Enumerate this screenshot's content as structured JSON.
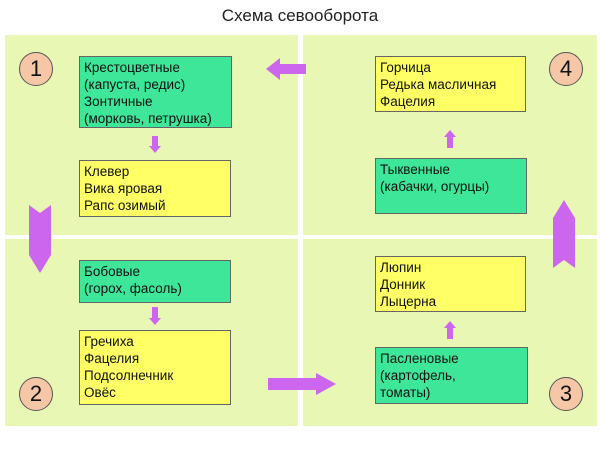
{
  "title": "Схема севооборота",
  "colors": {
    "background": "#e8f8b4",
    "green_box": "#3ee69a",
    "yellow_box": "#ffff66",
    "arrow": "#cc66ee",
    "circle": "#f6c7a6"
  },
  "quadrants": {
    "q1": {
      "number": "1",
      "green": [
        "Крестоцветные",
        "(капуста, редис)",
        "Зонтичные",
        "(морковь, петрушка)"
      ],
      "yellow": [
        "Клевер",
        "Вика яровая",
        "Рапс озимый"
      ]
    },
    "q2": {
      "number": "2",
      "green": [
        "Бобовые",
        "(горох, фасоль)"
      ],
      "yellow": [
        "Гречиха",
        "Фацелия",
        "Подсолнечник",
        "Овёс"
      ]
    },
    "q3": {
      "number": "3",
      "green": [
        "Пасленовые",
        "(картофель,",
        "томаты)"
      ],
      "yellow": [
        "Люпин",
        "Донник",
        "Лыцерна"
      ]
    },
    "q4": {
      "number": "4",
      "green": [
        "Тыквенные",
        "(кабачки, огурцы)"
      ],
      "yellow": [
        "Горчица",
        "Редька масличная",
        "Фацелия"
      ]
    }
  }
}
